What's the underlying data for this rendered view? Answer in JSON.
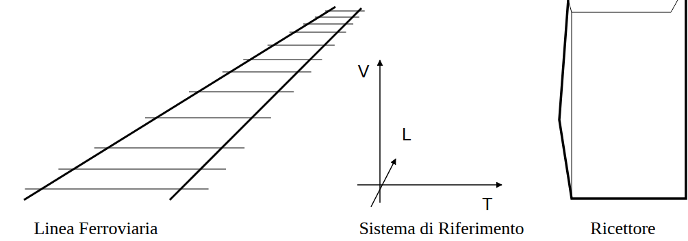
{
  "diagram": {
    "labels": [
      "Linea Ferroviaria",
      "Sistema di Riferimento",
      "Ricettore",
      "V",
      "L",
      "T"
    ]
  }
}
